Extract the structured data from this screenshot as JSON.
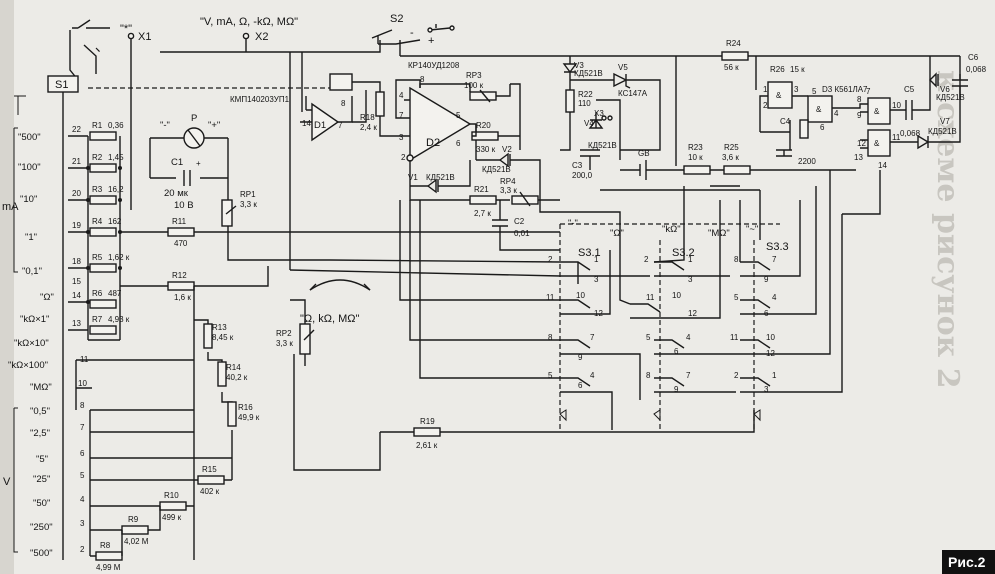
{
  "inputs": {
    "x1": "X1",
    "x2": "X2",
    "x1_mark": "\"*\"",
    "x2_mark": "\"V, mA, Ω, -kΩ, MΩ\""
  },
  "switches": {
    "s1": "S1",
    "s2": "S2",
    "s2_minus": "-",
    "s2_plus": "+"
  },
  "meter": {
    "p": "P",
    "minus": "\"-\"",
    "plus": "\"+\""
  },
  "c1": {
    "name": "C1",
    "value": "20 мк",
    "voltage": "10 В"
  },
  "ma_ranges": {
    "title": "mA",
    "items": [
      "\"500\"",
      "\"100\"",
      "\"10\"",
      "\"1\"",
      "\"0,1\""
    ]
  },
  "ohm_ranges": {
    "items": [
      "\"Ω\"",
      "\"kΩ×1\"",
      "\"kΩ×10\"",
      "\"kΩ×100\"",
      "\"MΩ\""
    ]
  },
  "v_ranges": {
    "title": "V",
    "items": [
      "\"0,5\"",
      "\"2,5\"",
      "\"5\"",
      "\"25\"",
      "\"50\"",
      "\"250\"",
      "\"500\""
    ]
  },
  "shunts": [
    {
      "name": "R1",
      "value": "0,36",
      "pin": "22"
    },
    {
      "name": "R2",
      "value": "1,45",
      "pin": "21"
    },
    {
      "name": "R3",
      "value": "16,2",
      "pin": "20"
    },
    {
      "name": "R4",
      "value": "162",
      "pin": "19"
    },
    {
      "name": "R5",
      "value": "1,62 к",
      "pin": "18"
    },
    {
      "name": "R6",
      "value": "487",
      "pin": "14"
    },
    {
      "name": "R7",
      "value": "4,93 к",
      "pin": "13"
    }
  ],
  "pins_left": [
    "15",
    "11",
    "10",
    "8",
    "7",
    "6",
    "5",
    "4",
    "3",
    "2"
  ],
  "divider": [
    {
      "name": "R8",
      "value": "4,99 М"
    },
    {
      "name": "R9",
      "value": "4,02 М"
    },
    {
      "name": "R10",
      "value": "499 к"
    },
    {
      "name": "R15",
      "value": "402 к"
    },
    {
      "name": "R16",
      "value": "49,9 к"
    },
    {
      "name": "R14",
      "value": "40,2 к"
    },
    {
      "name": "R13",
      "value": "8,45 к"
    }
  ],
  "misc_res": [
    {
      "name": "R11",
      "value": "470"
    },
    {
      "name": "R12",
      "value": "1,6 к"
    },
    {
      "name": "RP1",
      "value": "3,3 к"
    },
    {
      "name": "RP2",
      "value": "3,3 к"
    },
    {
      "name": "R19",
      "value": "2,61 к"
    },
    {
      "name": "R18",
      "value": "2,4 к"
    },
    {
      "name": "RP3",
      "value": "100 к"
    },
    {
      "name": "R20",
      "value": "330 к"
    },
    {
      "name": "R21",
      "value": "2,7 к"
    },
    {
      "name": "RP4",
      "value": "3,3 к"
    },
    {
      "name": "R22",
      "value": "110"
    },
    {
      "name": "R23",
      "value": "10 к"
    },
    {
      "name": "R24",
      "value": "56 к"
    },
    {
      "name": "R25",
      "value": "3,6 к"
    },
    {
      "name": "R26",
      "value": "15 к"
    }
  ],
  "chips": {
    "d1": "D1",
    "d1_type": "КМП140203УП1",
    "d2": "D2",
    "d2_type": "КР140УД1208",
    "d3": "D3 К561ЛА7"
  },
  "diodes": [
    {
      "name": "V1",
      "type": "КД521В"
    },
    {
      "name": "V2",
      "type": "КД521В"
    },
    {
      "name": "V3",
      "type": "КД521В"
    },
    {
      "name": "V4",
      "type": "КД521В"
    },
    {
      "name": "V5",
      "type": "КС147А"
    },
    {
      "name": "V6",
      "type": "КД521В"
    },
    {
      "name": "V7",
      "type": "КД521В"
    }
  ],
  "caps": [
    {
      "name": "C2",
      "value": "0,01"
    },
    {
      "name": "C3",
      "value": "200,0"
    },
    {
      "name": "C4",
      "value": "2200"
    },
    {
      "name": "C5",
      "value": "0,068"
    },
    {
      "name": "C6",
      "value": "0,068"
    }
  ],
  "misc": {
    "gb": "GB",
    "x3": "X3",
    "rp2_mark": "\"Ω, kΩ, MΩ\"",
    "fig": "Рис.2"
  },
  "s3": {
    "s31": "S3.1",
    "s32": "S3.2",
    "s33": "S3.3",
    "m_dc": "\"-\"",
    "m_ohm": "\"Ω\"",
    "m_kohm": "\"kΩ\"",
    "m_mohm": "\"MΩ\"",
    "m_ac": "\"~\""
  },
  "d3_pins": [
    "1",
    "2",
    "3",
    "4",
    "5",
    "6",
    "8",
    "9",
    "10",
    "11",
    "12",
    "13",
    "7",
    "14"
  ],
  "d2_pins": [
    "2",
    "3",
    "4",
    "5",
    "6",
    "7",
    "8"
  ],
  "d1_pins": [
    "7",
    "8",
    "14"
  ],
  "bleed_text": "к схеме рисунок 2"
}
